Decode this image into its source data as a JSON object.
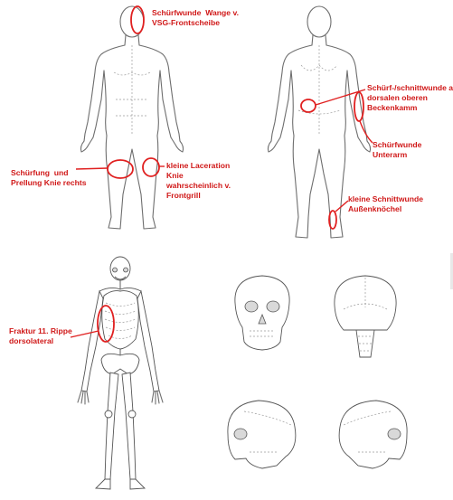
{
  "annotations": {
    "cheek": "Schürfwunde  Wange v.\nVSG-Frontscheibe",
    "knee_right": "Schürfung  und\nPrellung Knie rechts",
    "knee_left": "kleine Laceration\nKnie\nwahrscheinlich v.\nFrontgrill",
    "back": "Schürf-/schnittwunde am\ndorsalen oberen\nBeckenkamm",
    "forearm": "Schürfwunde\nUnterarm",
    "ankle": "kleine Schnittwunde\nAußenknöchel",
    "rib": "Fraktur 11. Rippe\ndorsolateral"
  },
  "colors": {
    "annotation": "#d01818",
    "marker": "#e02020",
    "outline": "#6e6e6e"
  }
}
